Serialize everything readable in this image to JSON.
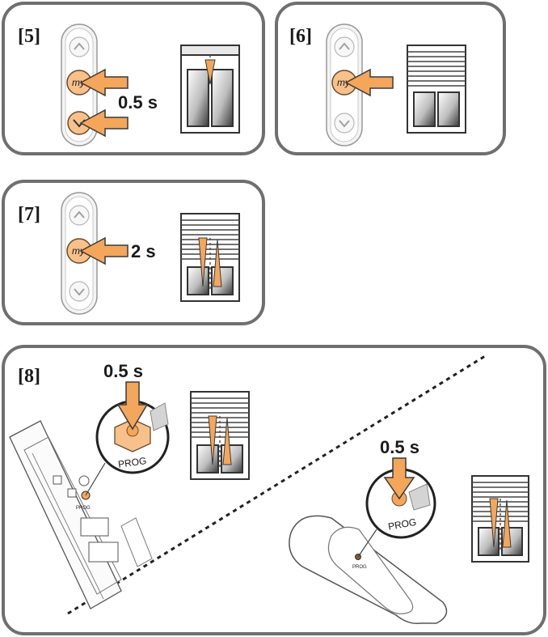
{
  "panels": [
    {
      "step": "[5]",
      "time": "0.5 s",
      "button": "my"
    },
    {
      "step": "[6]",
      "button": "my"
    },
    {
      "step": "[7]",
      "time": "2 s",
      "button": "my"
    },
    {
      "step": "[8]",
      "time_left": "0.5 s",
      "time_right": "0.5 s",
      "prog_label": "PROG"
    }
  ],
  "colors": {
    "frame": "#6f6f6f",
    "accent": "#f4a65a",
    "arrow": "#e8872c"
  },
  "icons": [
    "remote-control-icon",
    "window-shutter-icon",
    "press-arrow-icon",
    "motor-receiver-icon",
    "remote-handset-icon"
  ]
}
